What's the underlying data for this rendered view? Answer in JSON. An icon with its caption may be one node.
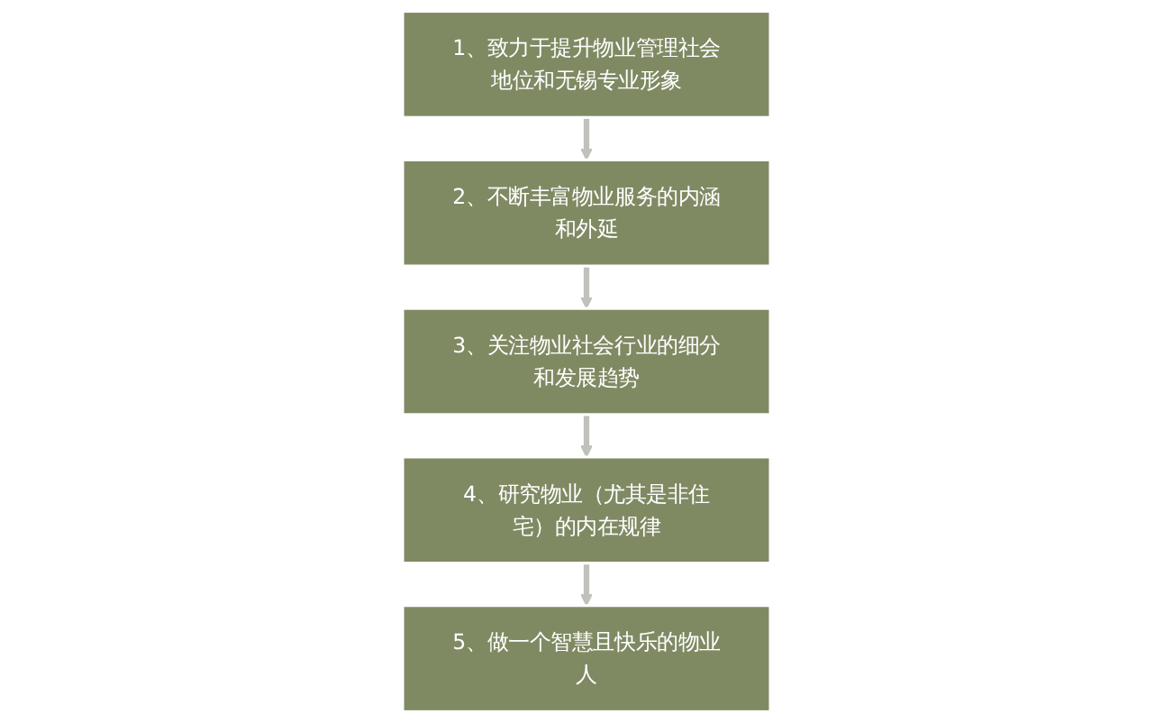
{
  "diagram": {
    "nodes": [
      {
        "text": [
          "1、致力于提升物业管理社会地位和无锡专业形象"
        ]
      },
      {
        "text": [
          "2、不断丰富物业服务的内涵和外延"
        ]
      },
      {
        "text": [
          "3、关注物业社会行业的细分和发展趋势"
        ]
      },
      {
        "text": [
          "4、研究物业（尤其是非住宅）的内在规律"
        ]
      },
      {
        "text": [
          "5、做一个智慧且快乐的物业人"
        ]
      }
    ],
    "edges": [
      {
        "from": 0,
        "to": 1,
        "arrow": "to"
      },
      {
        "from": 1,
        "to": 2,
        "arrow": "to"
      },
      {
        "from": 2,
        "to": 3,
        "arrow": "to"
      },
      {
        "from": 3,
        "to": 4,
        "arrow": "to"
      }
    ]
  }
}
